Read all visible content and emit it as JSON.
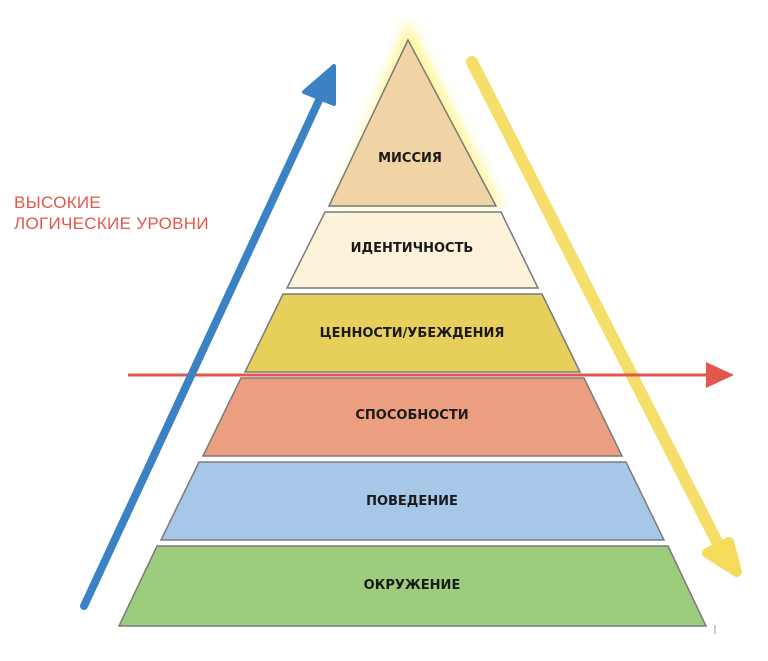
{
  "caption": {
    "line1": "ВЫСОКИЕ",
    "line2": "ЛОГИЧЕСКИЕ УРОВНИ"
  },
  "levels": [
    {
      "label": "МИССИЯ",
      "color": "#f1d4a6"
    },
    {
      "label": "ИДЕНТИЧНОСТЬ",
      "color": "#fcf3da"
    },
    {
      "label": "ЦЕННОСТИ/УБЕЖДЕНИЯ",
      "color": "#e7cf5c"
    },
    {
      "label": "СПОСОБНОСТИ",
      "color": "#ec9f80"
    },
    {
      "label": "ПОВЕДЕНИЕ",
      "color": "#a6c7e8"
    },
    {
      "label": "ОКРУЖЕНИЕ",
      "color": "#9dcc7c"
    }
  ],
  "colors": {
    "up_arrow": "#3b82c4",
    "down_arrow": "#f4dc5a",
    "divider_arrow": "#e2574c",
    "outline": "#7a7a7a",
    "caption": "#e2574c"
  }
}
